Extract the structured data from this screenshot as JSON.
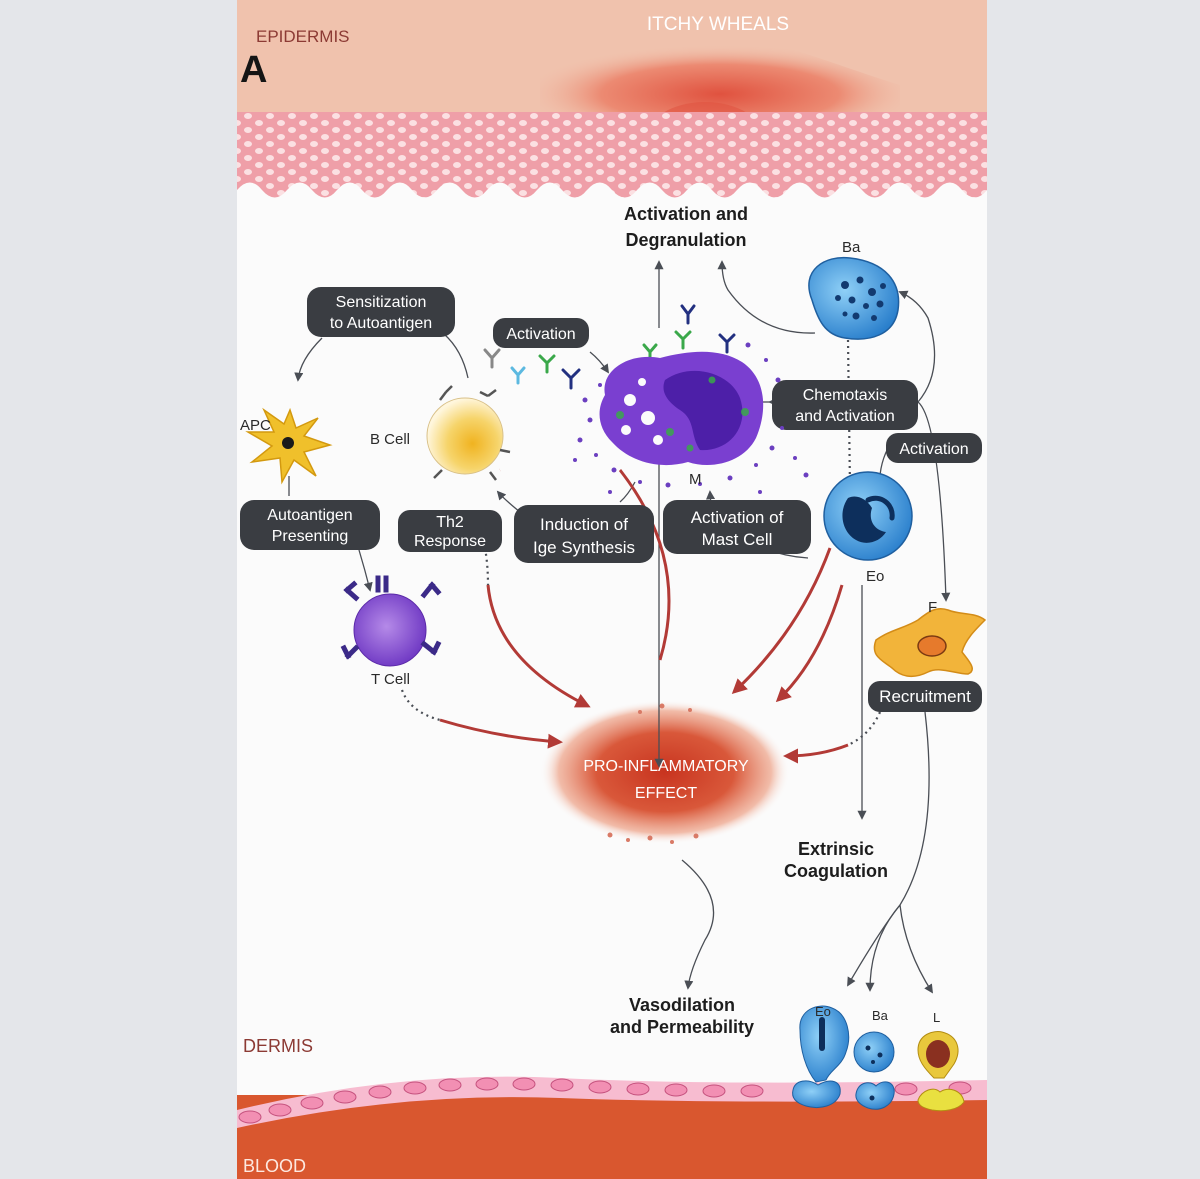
{
  "colors": {
    "background": "#e4e6ea",
    "panel": "#fbfbfb",
    "epidermis": "#f0c2ad",
    "dermis_pattern": "#ef9fa8",
    "blood": "#d9572f",
    "label_pill": "#3a3d42",
    "arrow_red": "#b23a36",
    "arrow_dark": "#4a4e55",
    "mast_cell": "#7a3fd0",
    "basophil": "#3d8fd6",
    "eosinophil": "#3c93dc",
    "b_cell": "#f2c541",
    "apc": "#f0c02b",
    "fibroblast": "#f2b43a",
    "inflammation": "#d0402c"
  },
  "diagram": {
    "panel_letter": "A",
    "regions": {
      "epidermis": "EPIDERMIS",
      "wheals": "ITCHY WHEALS",
      "dermis": "DERMIS",
      "blood": "BLOOD"
    },
    "pills": {
      "sensitization": [
        "Sensitization",
        "to Autoantigen"
      ],
      "activation_ab": "Activation",
      "chemotaxis": [
        "Chemotaxis",
        "and Activation"
      ],
      "activation_right": "Activation",
      "autoantigen": [
        "Autoantigen",
        "Presenting"
      ],
      "th2": [
        "Th2",
        "Response"
      ],
      "ige": [
        "Induction of",
        "Ige Synthesis"
      ],
      "mast_activation": [
        "Activation of",
        "Mast Cell"
      ],
      "recruitment": "Recruitment"
    },
    "free_labels": {
      "degranulation": [
        "Activation and",
        "Degranulation"
      ],
      "extrinsic": [
        "Extrinsic",
        "Coagulation"
      ],
      "vasodilation": [
        "Vasodilation",
        "and Permeability"
      ],
      "effect": [
        "PRO-INFLAMMATORY",
        "EFFECT"
      ]
    },
    "cells": {
      "ba": "Ba",
      "apc": "APC",
      "b_cell": "B Cell",
      "m": "M",
      "eo": "Eo",
      "f": "F",
      "t_cell": "T Cell",
      "eo_bottom": "Eo",
      "ba_bottom": "Ba",
      "l_bottom": "L"
    }
  }
}
